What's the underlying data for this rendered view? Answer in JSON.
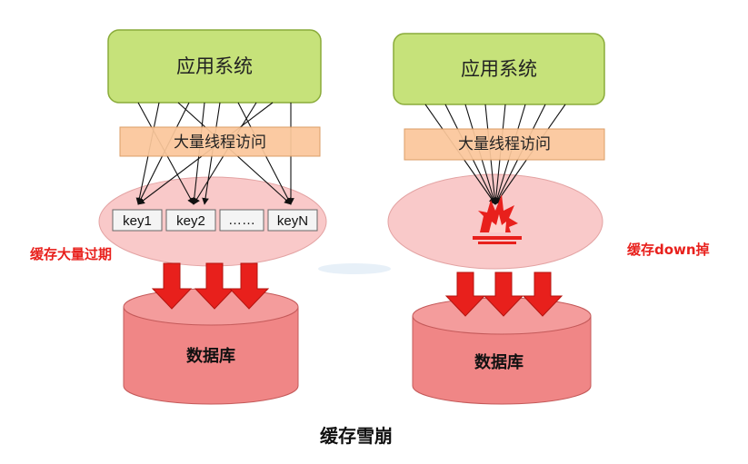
{
  "left": {
    "app_label": "应用系统",
    "thread_label": "大量线程访问",
    "keys": [
      "key1",
      "key2",
      "……",
      "keyN"
    ],
    "caption": "缓存大量过期",
    "db_label": "数据库"
  },
  "right": {
    "app_label": "应用系统",
    "thread_label": "大量线程访问",
    "caption": "缓存down掉",
    "db_label": "数据库"
  },
  "title": "缓存雪崩",
  "colors": {
    "app_fill": "#c6e27a",
    "app_stroke": "#8aab3a",
    "thread_fill": "#fbc79b",
    "thread_stroke": "#d9975c",
    "cache_fill": "#f9c9c9",
    "db_fill": "#f08686",
    "db_top": "#f49c9c",
    "arrow_red": "#e8201c",
    "caption_red": "#e8201c"
  }
}
